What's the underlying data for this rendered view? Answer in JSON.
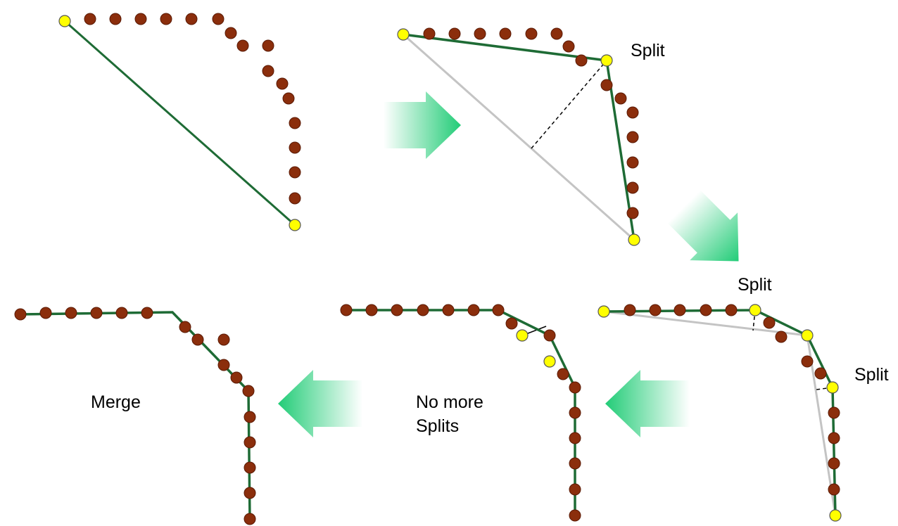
{
  "labels": {
    "split_1": "Split",
    "split_2": "Split",
    "split_3": "Split",
    "no_more_line1": "No more",
    "no_more_line2": "Splits",
    "merge": "Merge"
  },
  "colors": {
    "point": "#8b2e0c",
    "endpoint": "#ffff00",
    "segment": "#1e6b35",
    "discarded_segment": "#c4c4c4",
    "arrow": "#22cc77"
  }
}
